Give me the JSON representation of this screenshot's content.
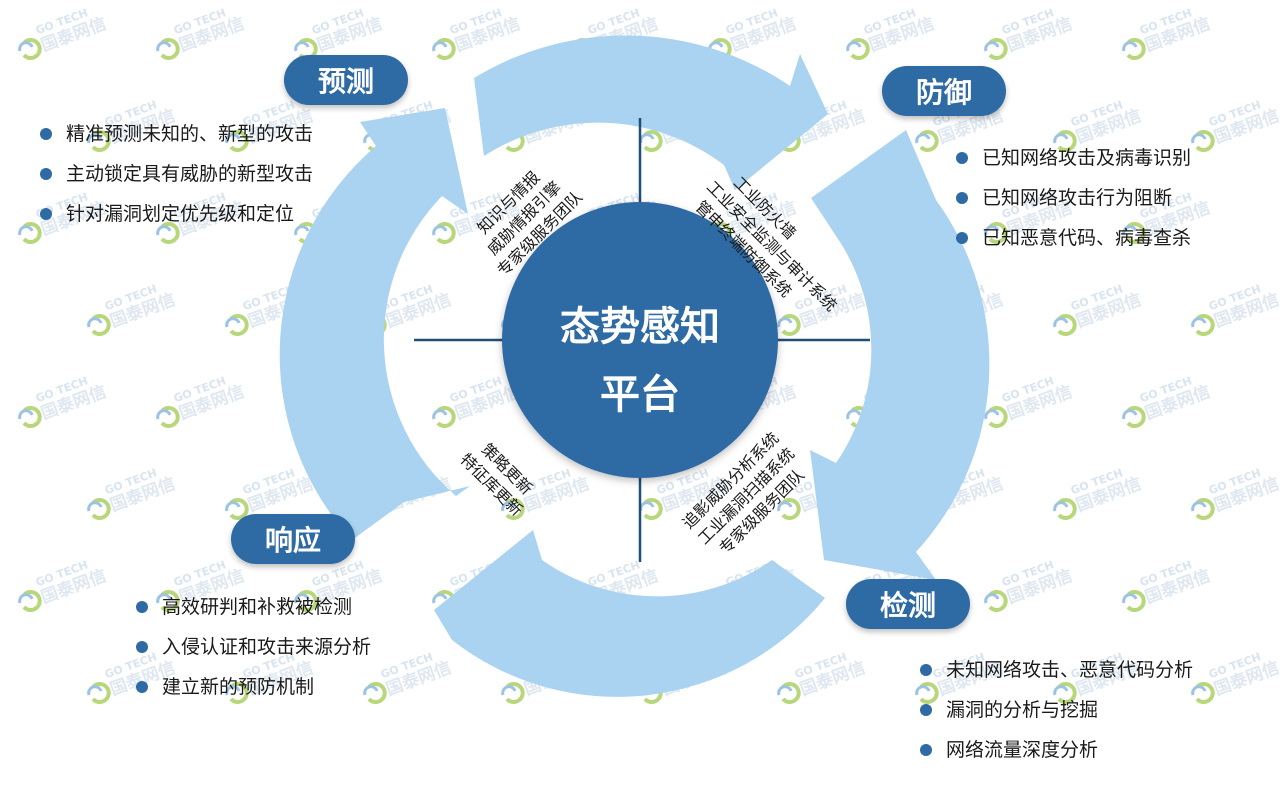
{
  "center": {
    "line1": "态势感知",
    "line2": "平台"
  },
  "sections": {
    "predict": {
      "title": "预测",
      "items": [
        "精准预测未知的、新型的攻击",
        "主动锁定具有威胁的新型攻击",
        "针对漏洞划定优先级和定位"
      ]
    },
    "defense": {
      "title": "防御",
      "items": [
        "已知网络攻击及病毒识别",
        "已知网络攻击行为阻断",
        "已知恶意代码、病毒查杀"
      ]
    },
    "response": {
      "title": "响应",
      "items": [
        "高效研判和补救被检测",
        "入侵认证和攻击来源分析",
        "建立新的预防机制"
      ]
    },
    "detect": {
      "title": "检测",
      "items": [
        "未知网络攻击、恶意代码分析",
        "漏洞的分析与挖掘",
        "网络流量深度分析"
      ]
    }
  },
  "quadrants": {
    "top_left": [
      "知识与情报",
      "威胁情报引擎",
      "专家级服务团队"
    ],
    "top_right": [
      "工业防火墙",
      "工业安全监测与审计系统",
      "管申终端防御系统"
    ],
    "bottom_right": [
      "追影威胁分析系统",
      "工业漏洞扫描系统",
      "专家级服务团队"
    ],
    "bottom_left": [
      "策略更新",
      "特征库更新"
    ]
  },
  "watermark": {
    "latin": "GO TECH",
    "cjk": "国泰网信"
  },
  "colors": {
    "badge": "#2e6aa3",
    "circle": "#2e6aa3",
    "arrow": "#a9d3f0",
    "divider": "#1f4e79",
    "bullet": "#2e6aa3"
  }
}
